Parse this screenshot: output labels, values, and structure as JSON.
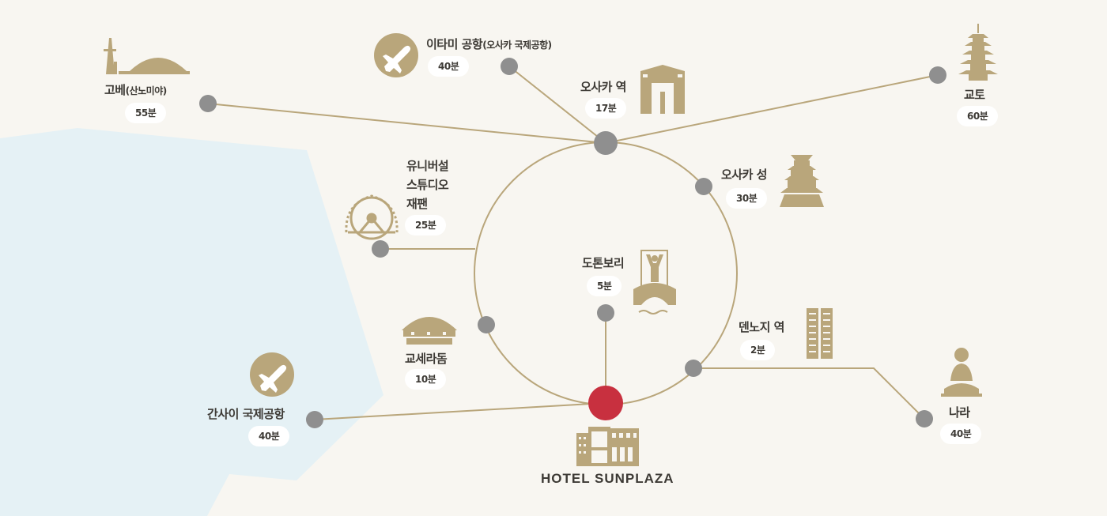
{
  "map": {
    "hotel_name": "HOTEL SUNPLAZA",
    "colors": {
      "background": "#f8f6f1",
      "sea": "#e5f1f5",
      "route": "#b9a67b",
      "node": "#8f8f8f",
      "hotel": "#c8303f",
      "icon": "#b9a67b"
    },
    "destinations": [
      {
        "name": "고베",
        "name_suffix": "(산노미야)",
        "time": "55분",
        "icon": "kobe-tower-icon"
      },
      {
        "name": "이타미 공항",
        "name_suffix": "(오사카 국제공항)",
        "time": "40분",
        "icon": "airplane-icon"
      },
      {
        "name": "오사카 역",
        "time": "17분",
        "icon": "station-building-icon"
      },
      {
        "name": "교토",
        "time": "60분",
        "icon": "pagoda-icon"
      },
      {
        "name": "오사카 성",
        "time": "30분",
        "icon": "castle-icon"
      },
      {
        "name": "유니버설\n스튜디오\n재팬",
        "time": "25분",
        "icon": "ferris-wheel-icon"
      },
      {
        "name": "도톤보리",
        "time": "5분",
        "icon": "glico-sign-icon"
      },
      {
        "name": "교세라돔",
        "time": "10분",
        "icon": "dome-icon"
      },
      {
        "name": "덴노지 역",
        "time": "2분",
        "icon": "twin-towers-icon"
      },
      {
        "name": "나라",
        "time": "40분",
        "icon": "buddha-icon"
      },
      {
        "name": "간사이 국제공항",
        "time": "40분",
        "icon": "airplane-icon"
      }
    ],
    "hotel_icon": "hotel-building-icon"
  }
}
